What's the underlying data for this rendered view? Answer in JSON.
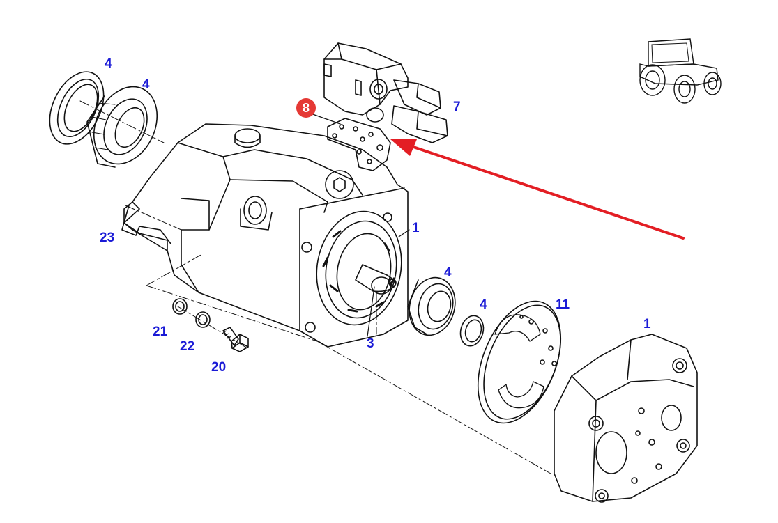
{
  "diagram": {
    "callouts": {
      "c4a": "4",
      "c4b": "4",
      "c8": "8",
      "c7": "7",
      "c1a": "1",
      "c23": "23",
      "c4c": "4",
      "c4d": "4",
      "c11": "11",
      "c1b": "1",
      "c21": "21",
      "c22": "22",
      "c3": "3",
      "c20": "20"
    },
    "colors": {
      "callout_text": "#1a1ad6",
      "highlight_badge": "#e53935",
      "arrow": "#e31e24",
      "line_art": "#111111"
    },
    "icons": [
      "tractor-icon",
      "pointer-arrow-icon"
    ]
  }
}
